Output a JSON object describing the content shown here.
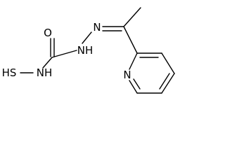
{
  "molecule": {
    "atoms": {
      "oxygen": "O",
      "nh_hydrazone": "NH",
      "n_hydrazone": "N",
      "nh_amide": "NH",
      "sh": "HS",
      "n_pyridine": "N"
    }
  }
}
